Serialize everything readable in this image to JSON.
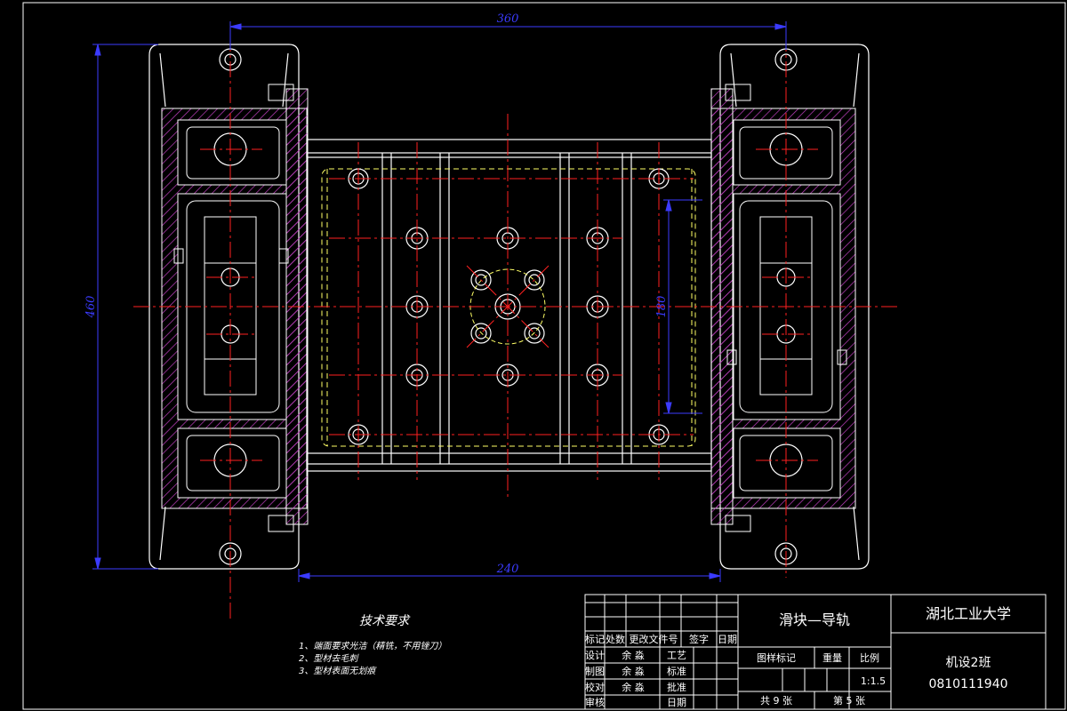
{
  "dimensions": {
    "top_width": "360",
    "height": "460",
    "inner_height": "180",
    "bottom_width": "240"
  },
  "notes": {
    "title": "技术要求",
    "items": [
      "1、端面要求光洁（精铣，不用锉刀）",
      "2、型材去毛刺",
      "3、型材表面无划痕"
    ]
  },
  "title_block": {
    "drawing_name": "滑块—导轨",
    "school": "湖北工业大学",
    "class_name": "机设2班",
    "student_id": "0810111940",
    "headers": {
      "mark": "标记",
      "count": "处数",
      "change_doc": "更改文件号",
      "signature": "签字",
      "date": "日期"
    },
    "roles": {
      "design": "设计",
      "drafting": "制图",
      "check": "校对",
      "review": "审核",
      "process": "工艺",
      "standard": "标准",
      "approve": "批准",
      "date": "日期"
    },
    "designer": "余 淼",
    "drafter": "余 淼",
    "checker": "余 淼",
    "stage_mark": "图样标记",
    "weight": "重量",
    "scale_label": "比例",
    "scale_value": "1:1.5",
    "total_sheets": "共 9 张",
    "sheet_no": "第 5 张"
  },
  "colors": {
    "outline": "#ffffff",
    "center_line": "#ff2020",
    "hatch": "#c040c0",
    "dimension": "#3b3bff",
    "hidden_line": "#ffff66",
    "accent": "#ffffff"
  }
}
